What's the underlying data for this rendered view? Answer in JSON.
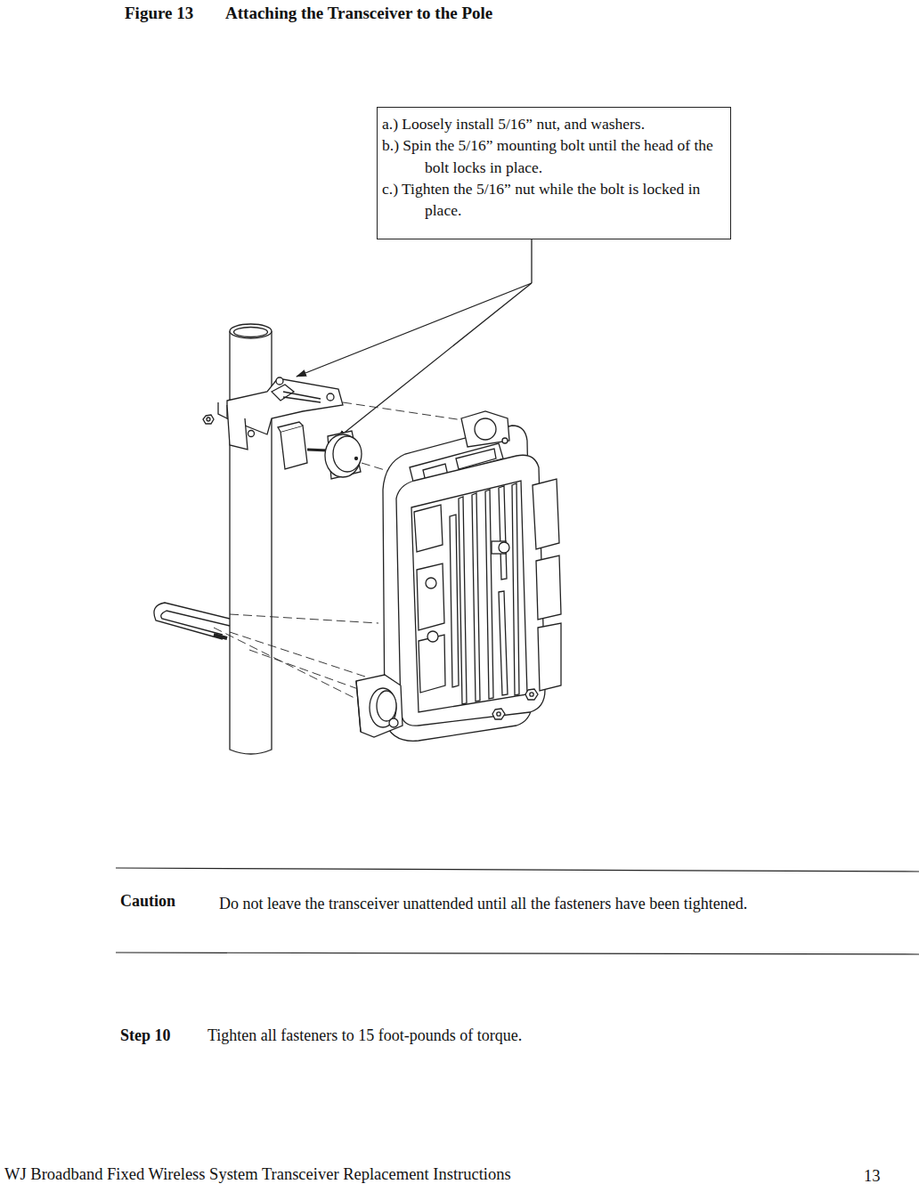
{
  "diagram": {
    "title": "Attaching the Transceiver to the Pole",
    "nodes": [
      {
        "text": [
          "a.) Loosely install 5/16” nut, and washers.",
          "b.) Spin the 5/16” mounting bolt until the head of the bolt locks in place.",
          "c.) Tighten the 5/16” nut while the bolt is locked in place."
        ]
      }
    ],
    "labels": [
      "Figure 13",
      "Caution",
      "Do not leave the transceiver unattended until all the fasteners have been tightened.",
      "Step 10",
      "Tighten all fasteners to 15 foot-pounds of torque.",
      "WJ Broadband Fixed Wireless System Transceiver Replacement Instructions",
      "13"
    ]
  }
}
